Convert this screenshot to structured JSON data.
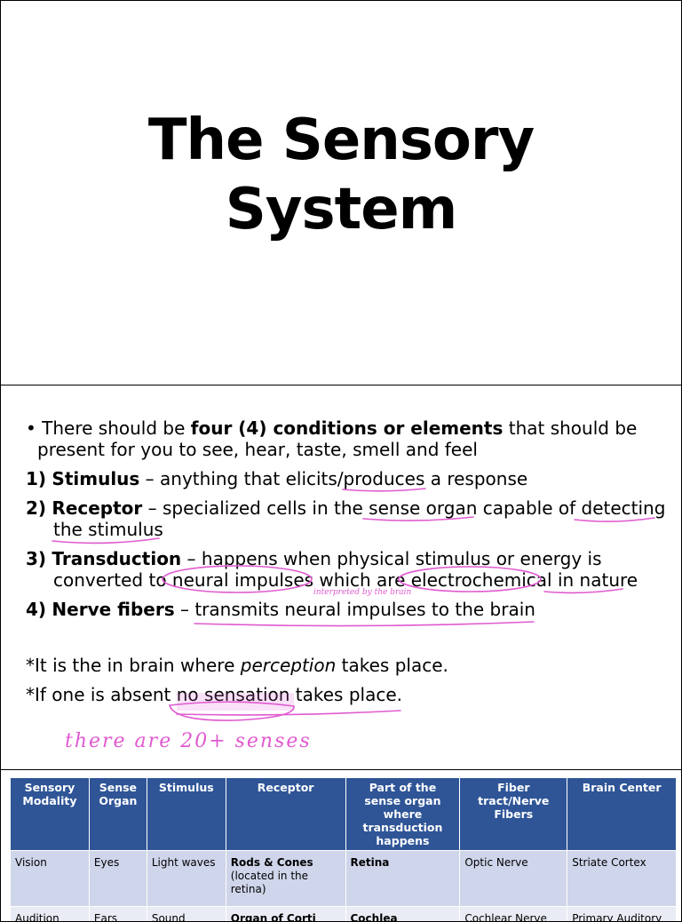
{
  "slide1": {
    "title_line1": "The Sensory",
    "title_line2": "System"
  },
  "slide2": {
    "intro_a": "There should be ",
    "intro_bold": "four (4) conditions or elements",
    "intro_b": " that should be",
    "intro_c": "present for you to see, hear, taste, smell and feel",
    "items": [
      {
        "num": "1)",
        "term": "Stimulus",
        "text": " – anything that elicits/produces a response",
        "cont": ""
      },
      {
        "num": "2)",
        "term": "Receptor",
        "text": " – specialized cells in the sense organ capable of detecting",
        "cont": "the stimulus"
      },
      {
        "num": "3)",
        "term": "Transduction",
        "text": " – happens when physical stimulus or energy is",
        "cont": "converted to neural impulses which are electrochemical in nature"
      },
      {
        "num": "4)",
        "term": "Nerve fibers",
        "text": " – transmits neural impulses to the brain",
        "cont": ""
      }
    ],
    "note1_a": "*It is the in brain where ",
    "note1_em": "perception",
    "note1_b": " takes place.",
    "note2": "*If one is absent no sensation takes place.",
    "handwriting_main": "there are 20+ senses",
    "handwriting_small": "interpreted by the brain"
  },
  "table": {
    "headers": [
      "Sensory Modality",
      "Sense Organ",
      "Stimulus",
      "Receptor",
      "Part of the sense organ where transduction happens",
      "Fiber tract/Nerve Fibers",
      "Brain Center"
    ],
    "rows": [
      {
        "modality": "Vision",
        "organ": "Eyes",
        "stimulus": "Light waves",
        "receptor": "Rods & Cones",
        "receptor_note": "(located in the retina)",
        "part": "Retina",
        "fiber": "Optic Nerve",
        "center": "Striate Cortex"
      },
      {
        "modality": "Audition",
        "organ": "Ears",
        "stimulus": "Sound waves",
        "receptor": "Organ of Corti",
        "receptor_note": "",
        "part": "Cochlea",
        "fiber": "Cochlear Nerve",
        "center": "Primary Auditory"
      }
    ]
  },
  "colors": {
    "ink": "#e05ad0",
    "table_header": "#2f5597",
    "row_a": "#cfd5ea",
    "row_b": "#e9ebf5"
  }
}
